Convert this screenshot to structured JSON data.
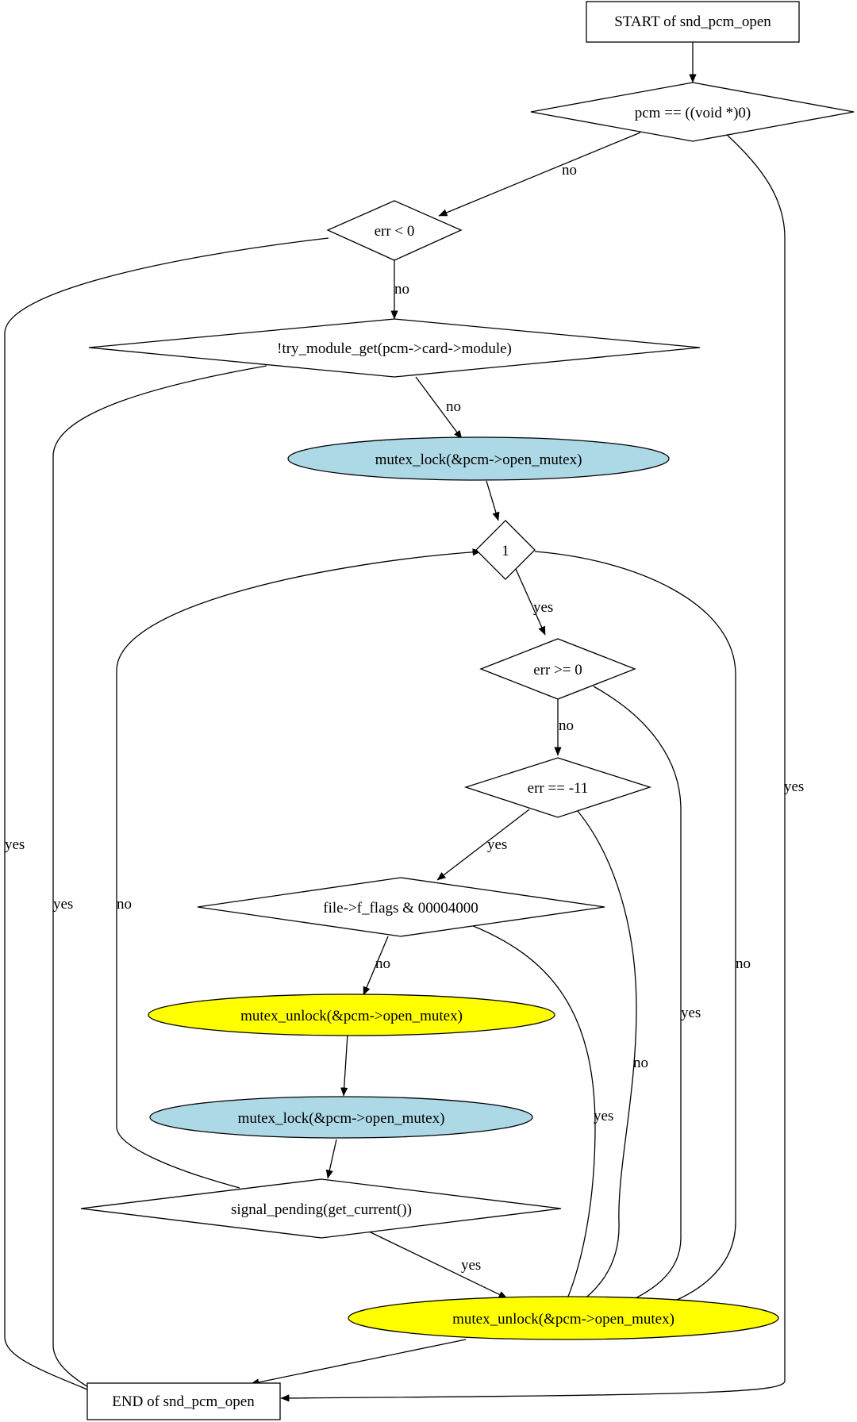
{
  "colors": {
    "background": "#ffffff",
    "stroke": "#000000",
    "lock_fill": "#add8e6",
    "unlock_fill": "#ffff00"
  },
  "nodes": {
    "start": {
      "label": "START of snd_pcm_open",
      "shape": "box"
    },
    "d_pcm_null": {
      "label": "pcm == ((void *)0)",
      "shape": "diamond"
    },
    "d_err_lt0": {
      "label": "err < 0",
      "shape": "diamond"
    },
    "d_try_module": {
      "label": "!try_module_get(pcm->card->module)",
      "shape": "diamond"
    },
    "lock1": {
      "label": "mutex_lock(&pcm->open_mutex)",
      "shape": "ellipse",
      "color": "lock_fill"
    },
    "d_loop": {
      "label": "1",
      "shape": "diamond"
    },
    "d_err_ge0": {
      "label": "err >= 0",
      "shape": "diamond"
    },
    "d_err_eq11": {
      "label": "err == -11",
      "shape": "diamond"
    },
    "d_flags": {
      "label": "file->f_flags & 00004000",
      "shape": "diamond"
    },
    "unlock_loop": {
      "label": "mutex_unlock(&pcm->open_mutex)",
      "shape": "ellipse",
      "color": "unlock_fill"
    },
    "lock2": {
      "label": "mutex_lock(&pcm->open_mutex)",
      "shape": "ellipse",
      "color": "lock_fill"
    },
    "d_signal": {
      "label": "signal_pending(get_current())",
      "shape": "diamond"
    },
    "unlock_final": {
      "label": "mutex_unlock(&pcm->open_mutex)",
      "shape": "ellipse",
      "color": "unlock_fill"
    },
    "end": {
      "label": "END of snd_pcm_open",
      "shape": "box"
    }
  },
  "edges": [
    {
      "id": "start-pcm",
      "from": "start",
      "to": "d_pcm_null",
      "label": ""
    },
    {
      "id": "pcm-err-no",
      "from": "d_pcm_null",
      "to": "d_err_lt0",
      "label": "no"
    },
    {
      "id": "pcm-end-yes",
      "from": "d_pcm_null",
      "to": "end",
      "label": "yes"
    },
    {
      "id": "err-try-no",
      "from": "d_err_lt0",
      "to": "d_try_module",
      "label": "no"
    },
    {
      "id": "err-end-yes",
      "from": "d_err_lt0",
      "to": "end",
      "label": "yes"
    },
    {
      "id": "try-lock-no",
      "from": "d_try_module",
      "to": "lock1",
      "label": "no"
    },
    {
      "id": "try-end-yes",
      "from": "d_try_module",
      "to": "end",
      "label": "yes"
    },
    {
      "id": "lock1-loop",
      "from": "lock1",
      "to": "d_loop",
      "label": ""
    },
    {
      "id": "loop-errge-yes",
      "from": "d_loop",
      "to": "d_err_ge0",
      "label": "yes"
    },
    {
      "id": "loop-unlock-no",
      "from": "d_loop",
      "to": "unlock_final",
      "label": "no"
    },
    {
      "id": "errge-erreq-no",
      "from": "d_err_ge0",
      "to": "d_err_eq11",
      "label": "no"
    },
    {
      "id": "errge-unlock-yes",
      "from": "d_err_ge0",
      "to": "unlock_final",
      "label": "yes"
    },
    {
      "id": "erreq-flags-yes",
      "from": "d_err_eq11",
      "to": "d_flags",
      "label": "yes"
    },
    {
      "id": "erreq-unlock-no",
      "from": "d_err_eq11",
      "to": "unlock_final",
      "label": "no"
    },
    {
      "id": "flags-unlock1-no",
      "from": "d_flags",
      "to": "unlock_loop",
      "label": "no"
    },
    {
      "id": "flags-unlock-yes",
      "from": "d_flags",
      "to": "unlock_final",
      "label": "yes"
    },
    {
      "id": "unlock1-lock2",
      "from": "unlock_loop",
      "to": "lock2",
      "label": ""
    },
    {
      "id": "lock2-signal",
      "from": "lock2",
      "to": "d_signal",
      "label": ""
    },
    {
      "id": "signal-unlock-yes",
      "from": "d_signal",
      "to": "unlock_final",
      "label": "yes"
    },
    {
      "id": "signal-loop-no",
      "from": "d_signal",
      "to": "d_loop",
      "label": "no"
    },
    {
      "id": "unlock-end",
      "from": "unlock_final",
      "to": "end",
      "label": ""
    }
  ]
}
